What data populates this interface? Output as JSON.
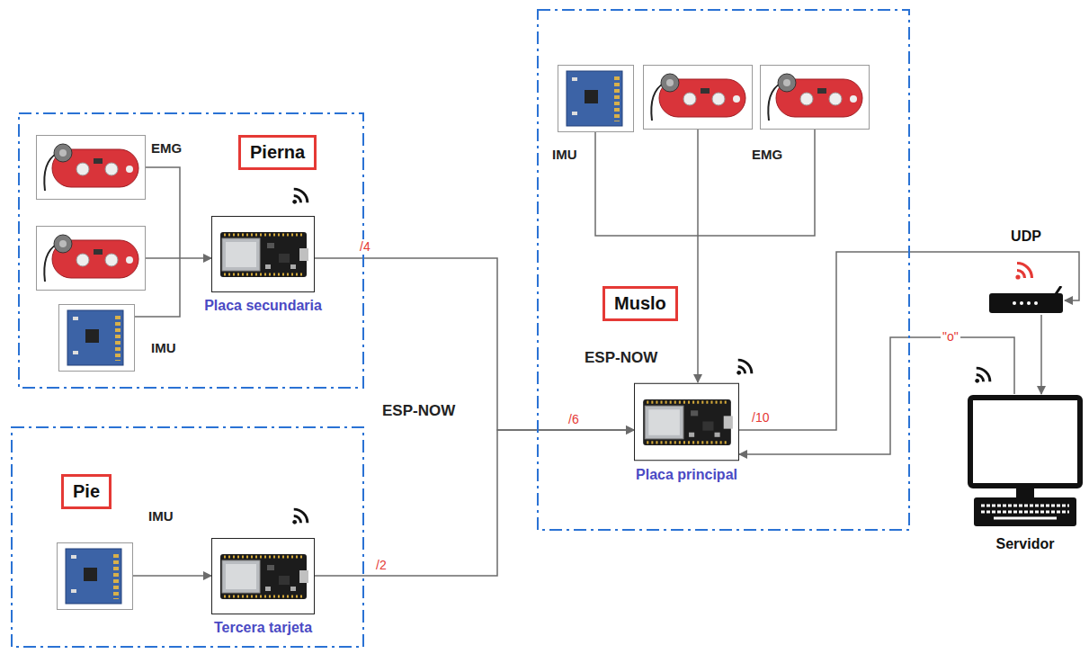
{
  "diagram": {
    "nodes": [
      {
        "text": [
          "Pierna"
        ]
      },
      {
        "text": [
          "Placa secundaria"
        ],
        "in": 0
      },
      {
        "text": [
          "Pie"
        ]
      },
      {
        "text": [
          "Tercera tarjeta"
        ],
        "in": 2
      },
      {
        "text": [
          "Muslo"
        ]
      },
      {
        "text": [
          "Placa principal"
        ],
        "in": 4
      },
      {
        "text": [
          "UDP"
        ]
      },
      {
        "text": [
          "Servidor"
        ]
      }
    ],
    "edges": [
      {
        "from": 1,
        "to": 5,
        "label": "/4",
        "arrow": "to"
      },
      {
        "from": 3,
        "to": 5,
        "label": "/2",
        "arrow": "to"
      },
      {
        "from": 5,
        "to": 6,
        "label": "/10",
        "arrow": "to"
      },
      {
        "from": 6,
        "to": 7,
        "arrow": "to"
      },
      {
        "from": 7,
        "to": 5,
        "label": "\"o\"",
        "arrow": "to"
      }
    ],
    "labels": [
      "EMG",
      "IMU",
      "IMU",
      "IMU",
      "EMG",
      "ESP-NOW",
      "ESP-NOW",
      "/6"
    ]
  }
}
